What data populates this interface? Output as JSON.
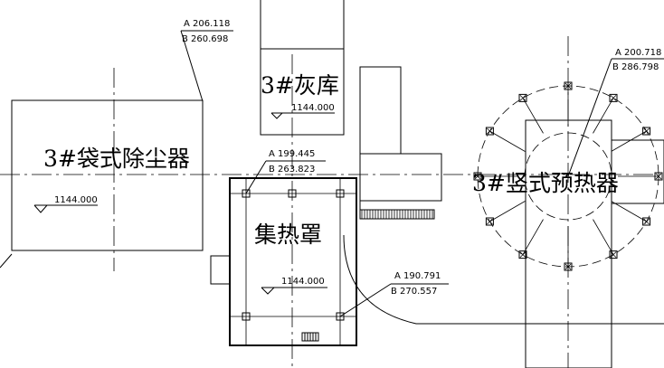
{
  "labels": {
    "dust_collector": "3#袋式除尘器",
    "ash_silo": "3#灰库",
    "heat_hood": "集热罩",
    "preheater": "3#竖式预热器"
  },
  "elevations": {
    "dust_collector": "1144.000",
    "ash_silo": "1144.000",
    "heat_hood": "1144.000"
  },
  "coordinates": [
    {
      "a": "A 206.118",
      "b": "B 260.698"
    },
    {
      "a": "A 199.445",
      "b": "B 263.823"
    },
    {
      "a": "A 190.791",
      "b": "B 270.557"
    },
    {
      "a": "A 200.718",
      "b": "B 286.798"
    }
  ]
}
